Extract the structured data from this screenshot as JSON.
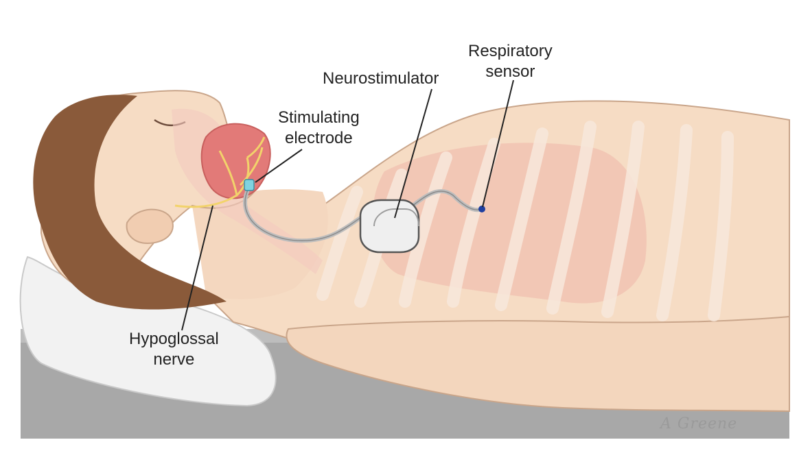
{
  "labels": {
    "neurostimulator": "Neurostimulator",
    "respiratory_sensor": [
      "Respiratory",
      "sensor"
    ],
    "stimulating_electrode": [
      "Stimulating",
      "electrode"
    ],
    "hypoglossal_nerve": [
      "Hypoglossal",
      "nerve"
    ]
  },
  "signature": "A Greene",
  "colors": {
    "skin": "#f6dcc4",
    "skin_shadow": "#e9c2a3",
    "hair": "#8a5a3a",
    "tongue": "#e27a78",
    "nerve": "#f1d36a",
    "ribs": "#f8e6d8",
    "lung": "#efb3a5",
    "device": "#e8e8e8",
    "lead_wire": "#bfbfbf",
    "sensor": "#1f3fa0",
    "electrode": "#7fd3df",
    "table": "#a9a9a9",
    "pillow": "#f3f3f3"
  }
}
